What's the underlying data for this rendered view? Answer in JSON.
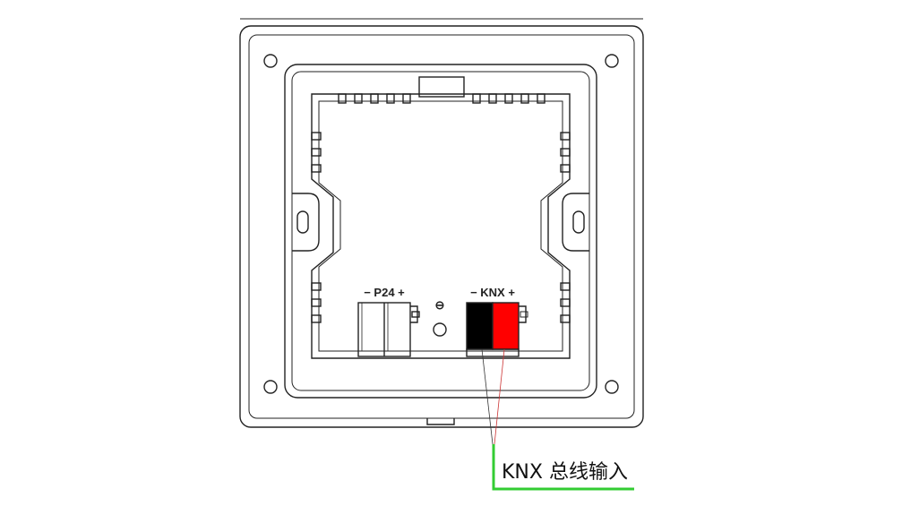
{
  "labels": {
    "p24": "− P24 +",
    "knx": "− KNX +",
    "ground_symbol": "⊖",
    "callout": "KNX 总线输入"
  },
  "colors": {
    "outline": "#222222",
    "knx_minus_terminal": "#000000",
    "knx_plus_terminal": "#ff0000",
    "callout_line": "#33cc33",
    "wire_minus": "#333333",
    "wire_plus": "#cc3333"
  }
}
